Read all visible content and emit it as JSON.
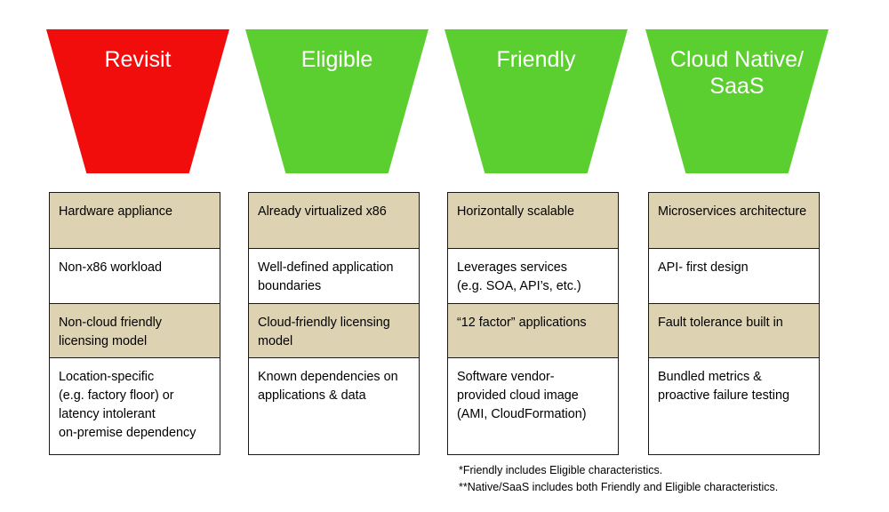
{
  "columns": [
    {
      "title": "Revisit",
      "color": "#f20d0d",
      "cells": [
        "Hardware appliance",
        "Non-x86 workload",
        "Non-cloud friendly\nlicensing model",
        "Location-specific\n(e.g. factory floor) or\nlatency intolerant\non-premise dependency"
      ]
    },
    {
      "title": "Eligible",
      "color": "#5ccf30",
      "cells": [
        "Already virtualized x86",
        "Well-defined application\nboundaries",
        "Cloud-friendly licensing\nmodel",
        "Known dependencies on\napplications & data"
      ]
    },
    {
      "title": "Friendly",
      "color": "#5ccf30",
      "cells": [
        "Horizontally scalable",
        "Leverages services\n(e.g. SOA, API’s, etc.)",
        "“12 factor” applications",
        "Software vendor-\nprovided cloud image\n(AMI, CloudFormation)"
      ]
    },
    {
      "title": "Cloud Native/\nSaaS",
      "color": "#5ccf30",
      "cells": [
        "Microservices architecture",
        "API- first design",
        "Fault tolerance built in",
        "Bundled metrics &\nproactive failure testing"
      ]
    }
  ],
  "footnotes": [
    "*Friendly includes Eligible characteristics.",
    "**Native/SaaS includes both Friendly and Eligible characteristics."
  ]
}
